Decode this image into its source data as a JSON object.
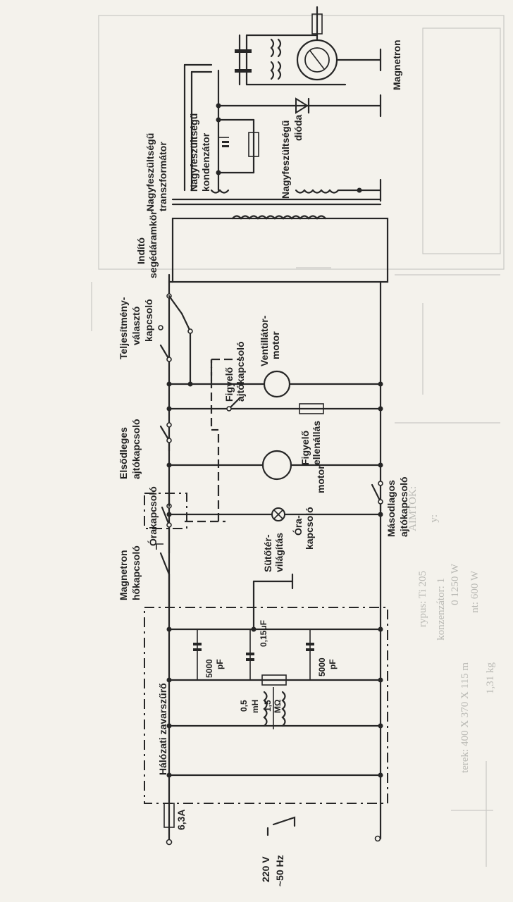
{
  "labels": {
    "magnetron": "Magnetron",
    "hv_transformer_1": "Nagyfeszültségű",
    "hv_transformer_2": "transzformátor",
    "hv_capacitor_1": "Nagyfeszültségű",
    "hv_capacitor_2": "kondenzátor",
    "hv_diode_1": "Nagyfeszültségű",
    "hv_diode_2": "dióda",
    "starter_1": "Indító",
    "starter_2": "segédáramkör",
    "power_selector_1": "Teljesítmény-",
    "power_selector_2": "választó",
    "power_selector_3": "kapcsoló",
    "monitor_switch_1": "Figyelő",
    "monitor_switch_2": "ajtókapcsoló",
    "fan_motor_1": "Ventillátor-",
    "fan_motor_2": "motor",
    "primary_door_1": "Elsődleges",
    "primary_door_2": "ajtókapcsoló",
    "monitor_resistor_1": "Figyelő",
    "monitor_resistor_2": "ellenállás",
    "timer_motor_1": "Óra-",
    "timer_motor_2": "kapcsoló",
    "timer_motor_3": "motor",
    "timer_switch": "Órakapcsoló",
    "oven_light_1": "Sütőtér-",
    "oven_light_2": "világítás",
    "secondary_door_1": "Másodlagos",
    "secondary_door_2": "ajtókapcsoló",
    "thermal_switch_1": "Magnetron",
    "thermal_switch_2": "hőkapcsoló",
    "cap_5000_top_1": "5000",
    "cap_5000_top_2": "pF",
    "cap_015": "0,15μF",
    "cap_5000_bot_1": "5000",
    "cap_5000_bot_2": "pF",
    "line_filter": "Hálózati zavarszűrő",
    "inductor_1": "0,5",
    "inductor_2": "mH",
    "resistor_1": "1,5",
    "resistor_2": "MΩ",
    "fuse": "6,3A",
    "mains_1": "220 V",
    "mains_2": "~50 Hz"
  },
  "bleed_text": [
    "AIMTOK:",
    "y:",
    "0 1250 W",
    "nt: 600 W",
    "rypus: Ti 205",
    "konzenzátor: 1",
    "terek: 400 X 370 X 115 m",
    "1,31 kg"
  ]
}
